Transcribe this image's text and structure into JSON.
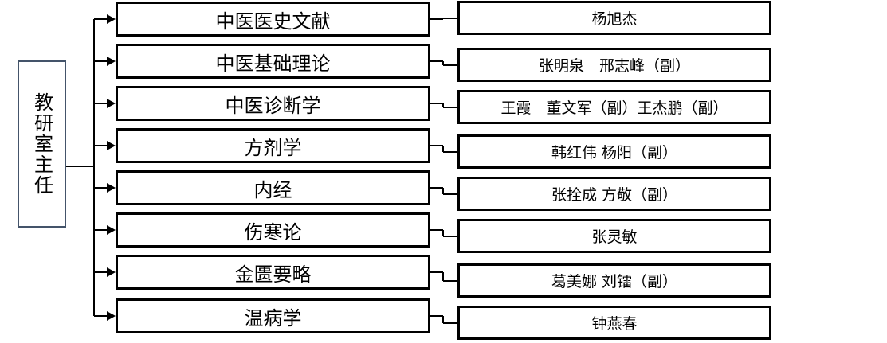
{
  "root": {
    "label": "教研室主任"
  },
  "departments": [
    {
      "name": "中医医史文献",
      "head": "杨旭杰"
    },
    {
      "name": "中医基础理论",
      "head": "张明泉　邢志峰（副）"
    },
    {
      "name": "中医诊断学",
      "head": "王霞　董文军（副）王杰鹏（副）"
    },
    {
      "name": "方剂学",
      "head": "韩红伟  杨阳（副）"
    },
    {
      "name": "内经",
      "head": "张拴成 方敬（副）"
    },
    {
      "name": "伤寒论",
      "head": "张灵敏"
    },
    {
      "name": "金匮要略",
      "head": "葛美娜 刘镭（副）"
    },
    {
      "name": "温病学",
      "head": "钟燕春"
    }
  ]
}
